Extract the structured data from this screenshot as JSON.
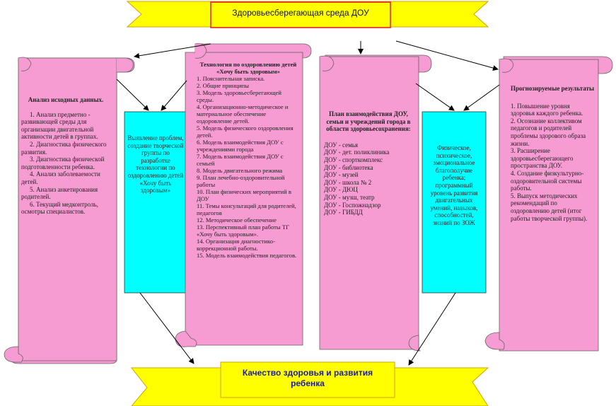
{
  "colors": {
    "scroll_pink": "#f79bd3",
    "box_cyan": "#00ffff",
    "banner_yellow": "#ffff00",
    "banner_outline": "#d4a000",
    "title_box_border": "#e0191f",
    "bottom_title_text": "#1a1aa5"
  },
  "top_banner": {
    "title": "Здоровьесберегающая среда ДОУ"
  },
  "bottom_banner": {
    "title_line1": "Качество здоровья и развития",
    "title_line2": "ребенка"
  },
  "scroll_analysis": {
    "heading": "Анализ исходных данных.",
    "items": [
      "1. Анализ предметно - развивающей среды для организации двигательной активности детей в группах.",
      "2. Диагностика физического развития.",
      "3. Диагностика физической подготовленности ребенка.",
      "4. Анализ заболеваемости детей.",
      "5. Анализ анкетирования родителей.",
      "6. Текущий медконтроль, осмотры специалистов."
    ]
  },
  "box_creative_group": {
    "text": "Выявление проблем, создание творческой группы по разработке технологии по оздоровлению детей «Хочу быть здоровым»"
  },
  "scroll_technology": {
    "heading": "Технология по оздоровлению детей «Хочу быть здоровым»",
    "items": [
      "1. Пояснительная записка.",
      "2. Общие принципы",
      "3. Модель здоровьесберегающей среды.",
      "4. Организационно-методическое и материальное обеспечение оздоровление детей.",
      "5. Модель физического оздоровления детей.",
      "6. Модель взаимодействия ДОУ с учреждениями города",
      "7. Модель взаимодействия ДОУ с семьей",
      "8. Модель двигательного режима",
      "9. План лечебно-оздоровительной работы",
      "10. План физических мероприятий в ДОУ",
      "11. Темы консультаций для родителей, педагогов",
      "12. Методическое обеспечение",
      "13. Перспективный план работы ТГ «Хочу быть здоровым».",
      "14. Организация диагностико-коррекционной работы.",
      "15. Модель взаимодействия педагогов."
    ]
  },
  "scroll_interaction": {
    "heading": "План взаимодействия ДОУ, семьи и учреждений города в области здоровьесохранения:",
    "items": [
      "ДОУ - семья",
      "ДОУ - дет. поликлиника",
      "ДОУ - спорткомплекс",
      "ДОУ - библиотека",
      "ДОУ - музей",
      "ДОУ - школа № 2",
      "ДОУ - ДЮЦ",
      "ДОУ - музш, театр",
      "ДОУ - Госпожнадзор",
      "ДОУ - ГИБДД"
    ]
  },
  "box_wellbeing": {
    "text": "Физическое, психическое, эмоциональное благополучие ребенка; программный уровень развития двигательных умений, навыков, способностей, знаний по ЗОЖ"
  },
  "scroll_results": {
    "heading": "Прогнозируемые результаты",
    "items": [
      "1. Повышение уровня здоровья каждого ребенка.",
      "2. Осознание коллективом педагогов и родителей проблемы здорового образа жизни.",
      "3. Расширение здоровьесберегающего пространства ДОУ.",
      "4. Создание физкультурно-оздоровительной системы работы.",
      "5. Выпуск методических рекомендаций по оздоровлению детей (итог работы творческой группы)."
    ]
  }
}
